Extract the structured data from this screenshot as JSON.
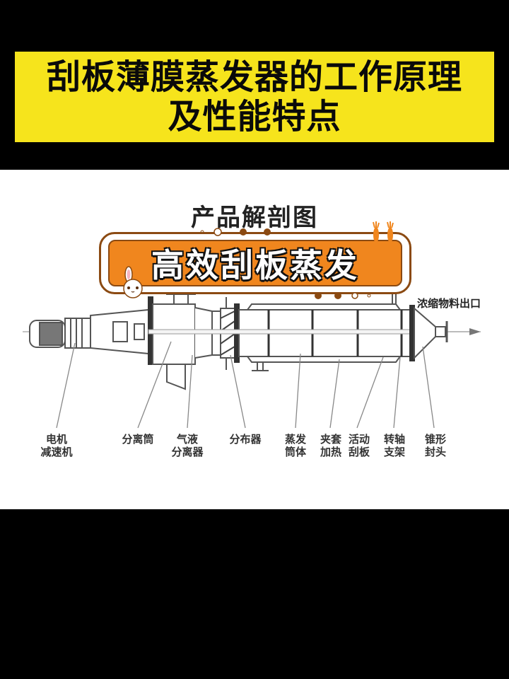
{
  "banner": {
    "line1": "刮板薄膜蒸发器的工作原理",
    "line2": "及性能特点",
    "background": "#F6E41C"
  },
  "diagram": {
    "title": "产品解剖图",
    "sticker_text": "高效刮板蒸发",
    "sticker_color": "#F0861E",
    "outlet_label": "浓缩物料出口",
    "parts": [
      {
        "line1": "电机",
        "line2": "减速机"
      },
      {
        "line1": "分离筒",
        "line2": ""
      },
      {
        "line1": "气液",
        "line2": "分离器"
      },
      {
        "line1": "分布器",
        "line2": ""
      },
      {
        "line1": "蒸发",
        "line2": "筒体"
      },
      {
        "line1": "夹套",
        "line2": "加热"
      },
      {
        "line1": "活动",
        "line2": "刮板"
      },
      {
        "line1": "转轴",
        "line2": "支架"
      },
      {
        "line1": "锥形",
        "line2": "封头"
      }
    ]
  }
}
